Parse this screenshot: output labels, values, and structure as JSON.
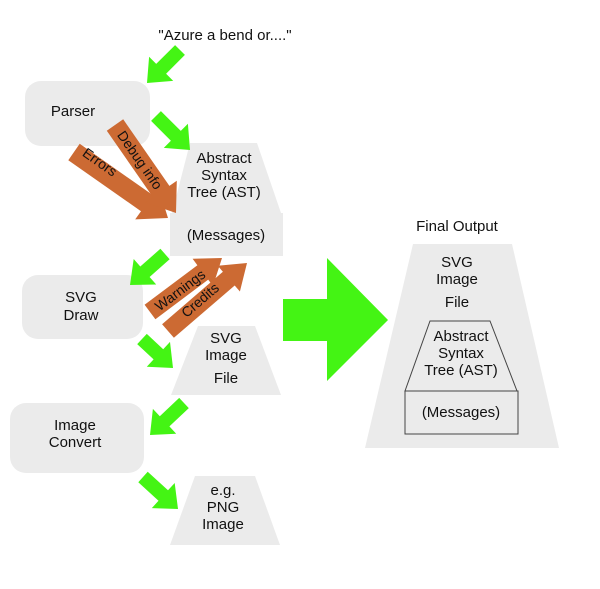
{
  "colors": {
    "background": "#ffffff",
    "box_fill": "#ebebeb",
    "flow_arrow": "#44f414",
    "message_arrow": "#cc6a33",
    "text": "#111111",
    "outline": "#444444"
  },
  "input_text": "\"Azure a bend or....\"",
  "processes": {
    "parser": "Parser",
    "svg_draw": [
      "SVG",
      "Draw"
    ],
    "image_convert": [
      "Image",
      "Convert"
    ]
  },
  "artifacts": {
    "ast": [
      "Abstract",
      "Syntax",
      "Tree (AST)"
    ],
    "messages": "(Messages)",
    "svg_file": [
      "SVG",
      "Image",
      "File"
    ],
    "png": [
      "e.g.",
      "PNG",
      "Image"
    ]
  },
  "message_arrows": {
    "errors": "Errors",
    "debug_info": "Debug info",
    "warnings": "Warnings",
    "credits": "Credits"
  },
  "final_output": {
    "title": "Final Output",
    "svg_file": [
      "SVG",
      "Image",
      "File"
    ],
    "ast": [
      "Abstract",
      "Syntax",
      "Tree (AST)"
    ],
    "messages": "(Messages)"
  }
}
